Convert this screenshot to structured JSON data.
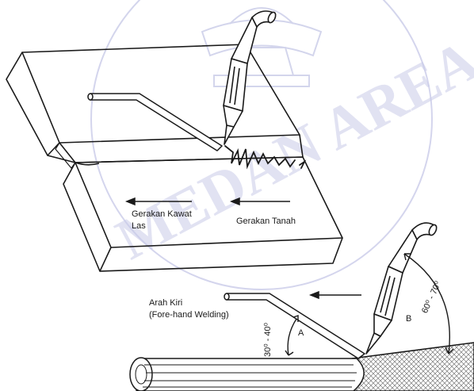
{
  "labels": {
    "gerakan_kawat": "Gerakan Kawat",
    "las": "Las",
    "gerakan_tanah": "Gerakan Tanah",
    "arah_kiri": "Arah Kiri",
    "fore_hand": "(Fore-hand Welding)",
    "angle_low": "30⁰ - 40⁰",
    "angle_high": "60⁰ - 70⁰",
    "point_a": "A",
    "point_b": "B"
  },
  "watermark": {
    "text": "MEDAN AREA",
    "color": "#c9cbe8"
  },
  "colors": {
    "ink": "#1a1a1a",
    "hatch": "#7a7a7a"
  }
}
